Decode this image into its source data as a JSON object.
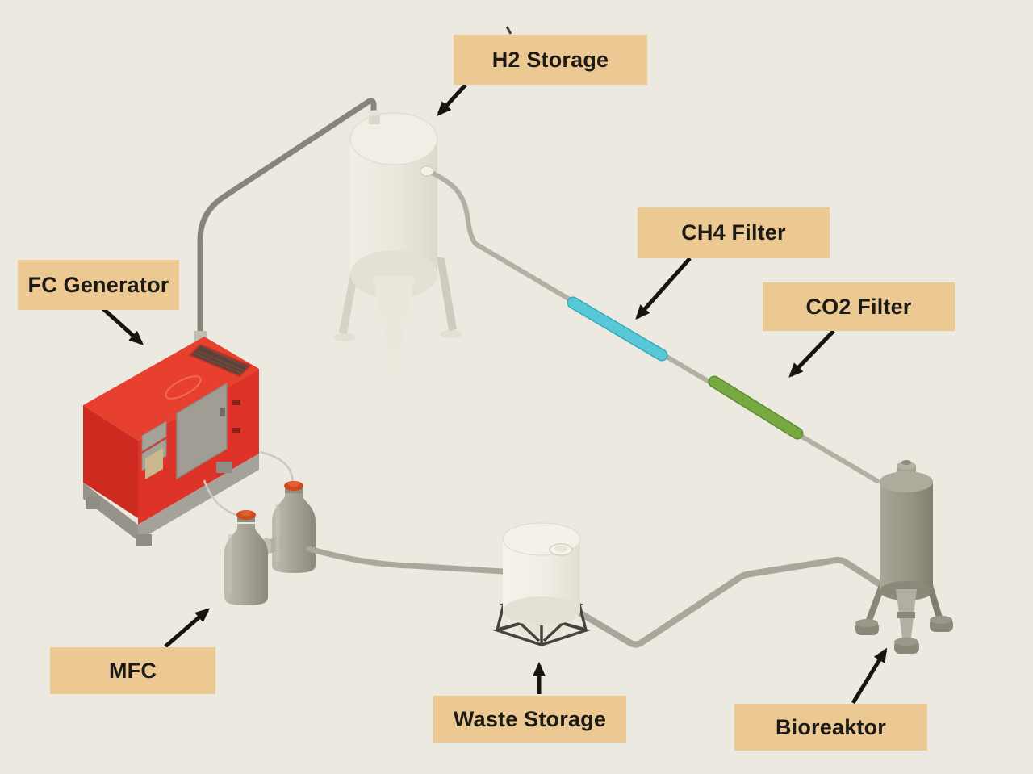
{
  "diagram": {
    "background_color": "#ece9e1",
    "label_style": {
      "background": "#ecc893",
      "text_color": "#1d1a15"
    },
    "labels": {
      "h2_storage": "H2 Storage",
      "fc_generator": "FC Generator",
      "ch4_filter": "CH4 Filter",
      "co2_filter": "CO2 Filter",
      "mfc": "MFC",
      "waste_storage": "Waste Storage",
      "bioreaktor": "Bioreaktor"
    },
    "component_colors": {
      "fc_generator_red": "#e8402e",
      "ch4_filter_cyan": "#57c8d8",
      "co2_filter_green": "#76a93f",
      "storage_tank_white": "#edebe0",
      "bioreactor_gray": "#9b978a",
      "pipe_gray": "#aaa79b",
      "mfc_cap_orange": "#cf4a1f"
    }
  }
}
